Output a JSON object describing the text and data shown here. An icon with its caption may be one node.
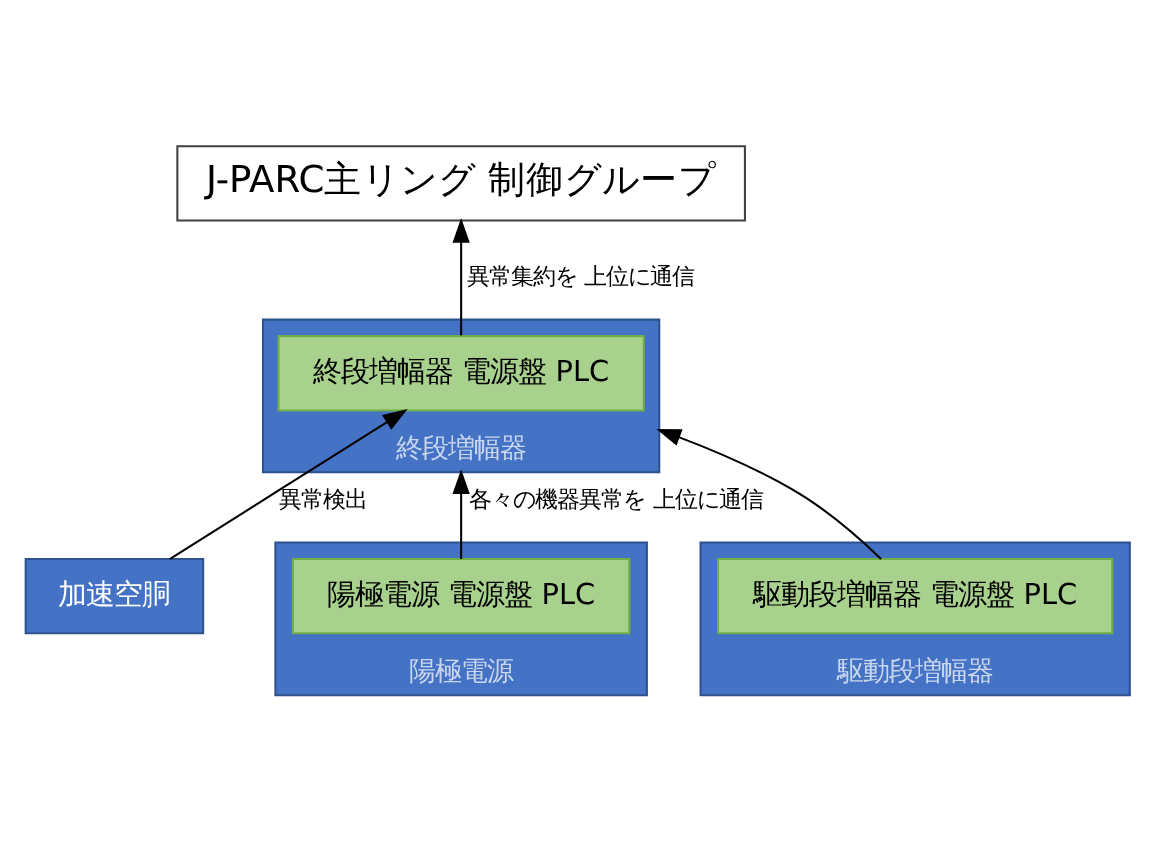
{
  "diagram": {
    "nodes": [
      {
        "text": [
          "J-PARC主リング 制御グループ"
        ]
      },
      {
        "text": [
          "終段増幅器"
        ]
      },
      {
        "text": [
          "終段増幅器 電源盤 PLC"
        ],
        "in": 1
      },
      {
        "text": [
          "加速空胴"
        ]
      },
      {
        "text": [
          "陽極電源"
        ]
      },
      {
        "text": [
          "陽極電源 電源盤 PLC"
        ],
        "in": 4
      },
      {
        "text": [
          "駆動段増幅器"
        ]
      },
      {
        "text": [
          "駆動段増幅器 電源盤 PLC"
        ],
        "in": 6
      }
    ],
    "edges": [
      {
        "from": 3,
        "to": 2,
        "arrow": "to",
        "label": "異常検出"
      },
      {
        "from": 2,
        "to": 0,
        "arrow": "to",
        "label": "異常集約を 上位に通信"
      },
      {
        "from": 5,
        "to": 1,
        "arrow": "to",
        "label": "各々の機器異常を 上位に通信"
      },
      {
        "from": 7,
        "to": 1,
        "arrow": "to"
      }
    ]
  }
}
